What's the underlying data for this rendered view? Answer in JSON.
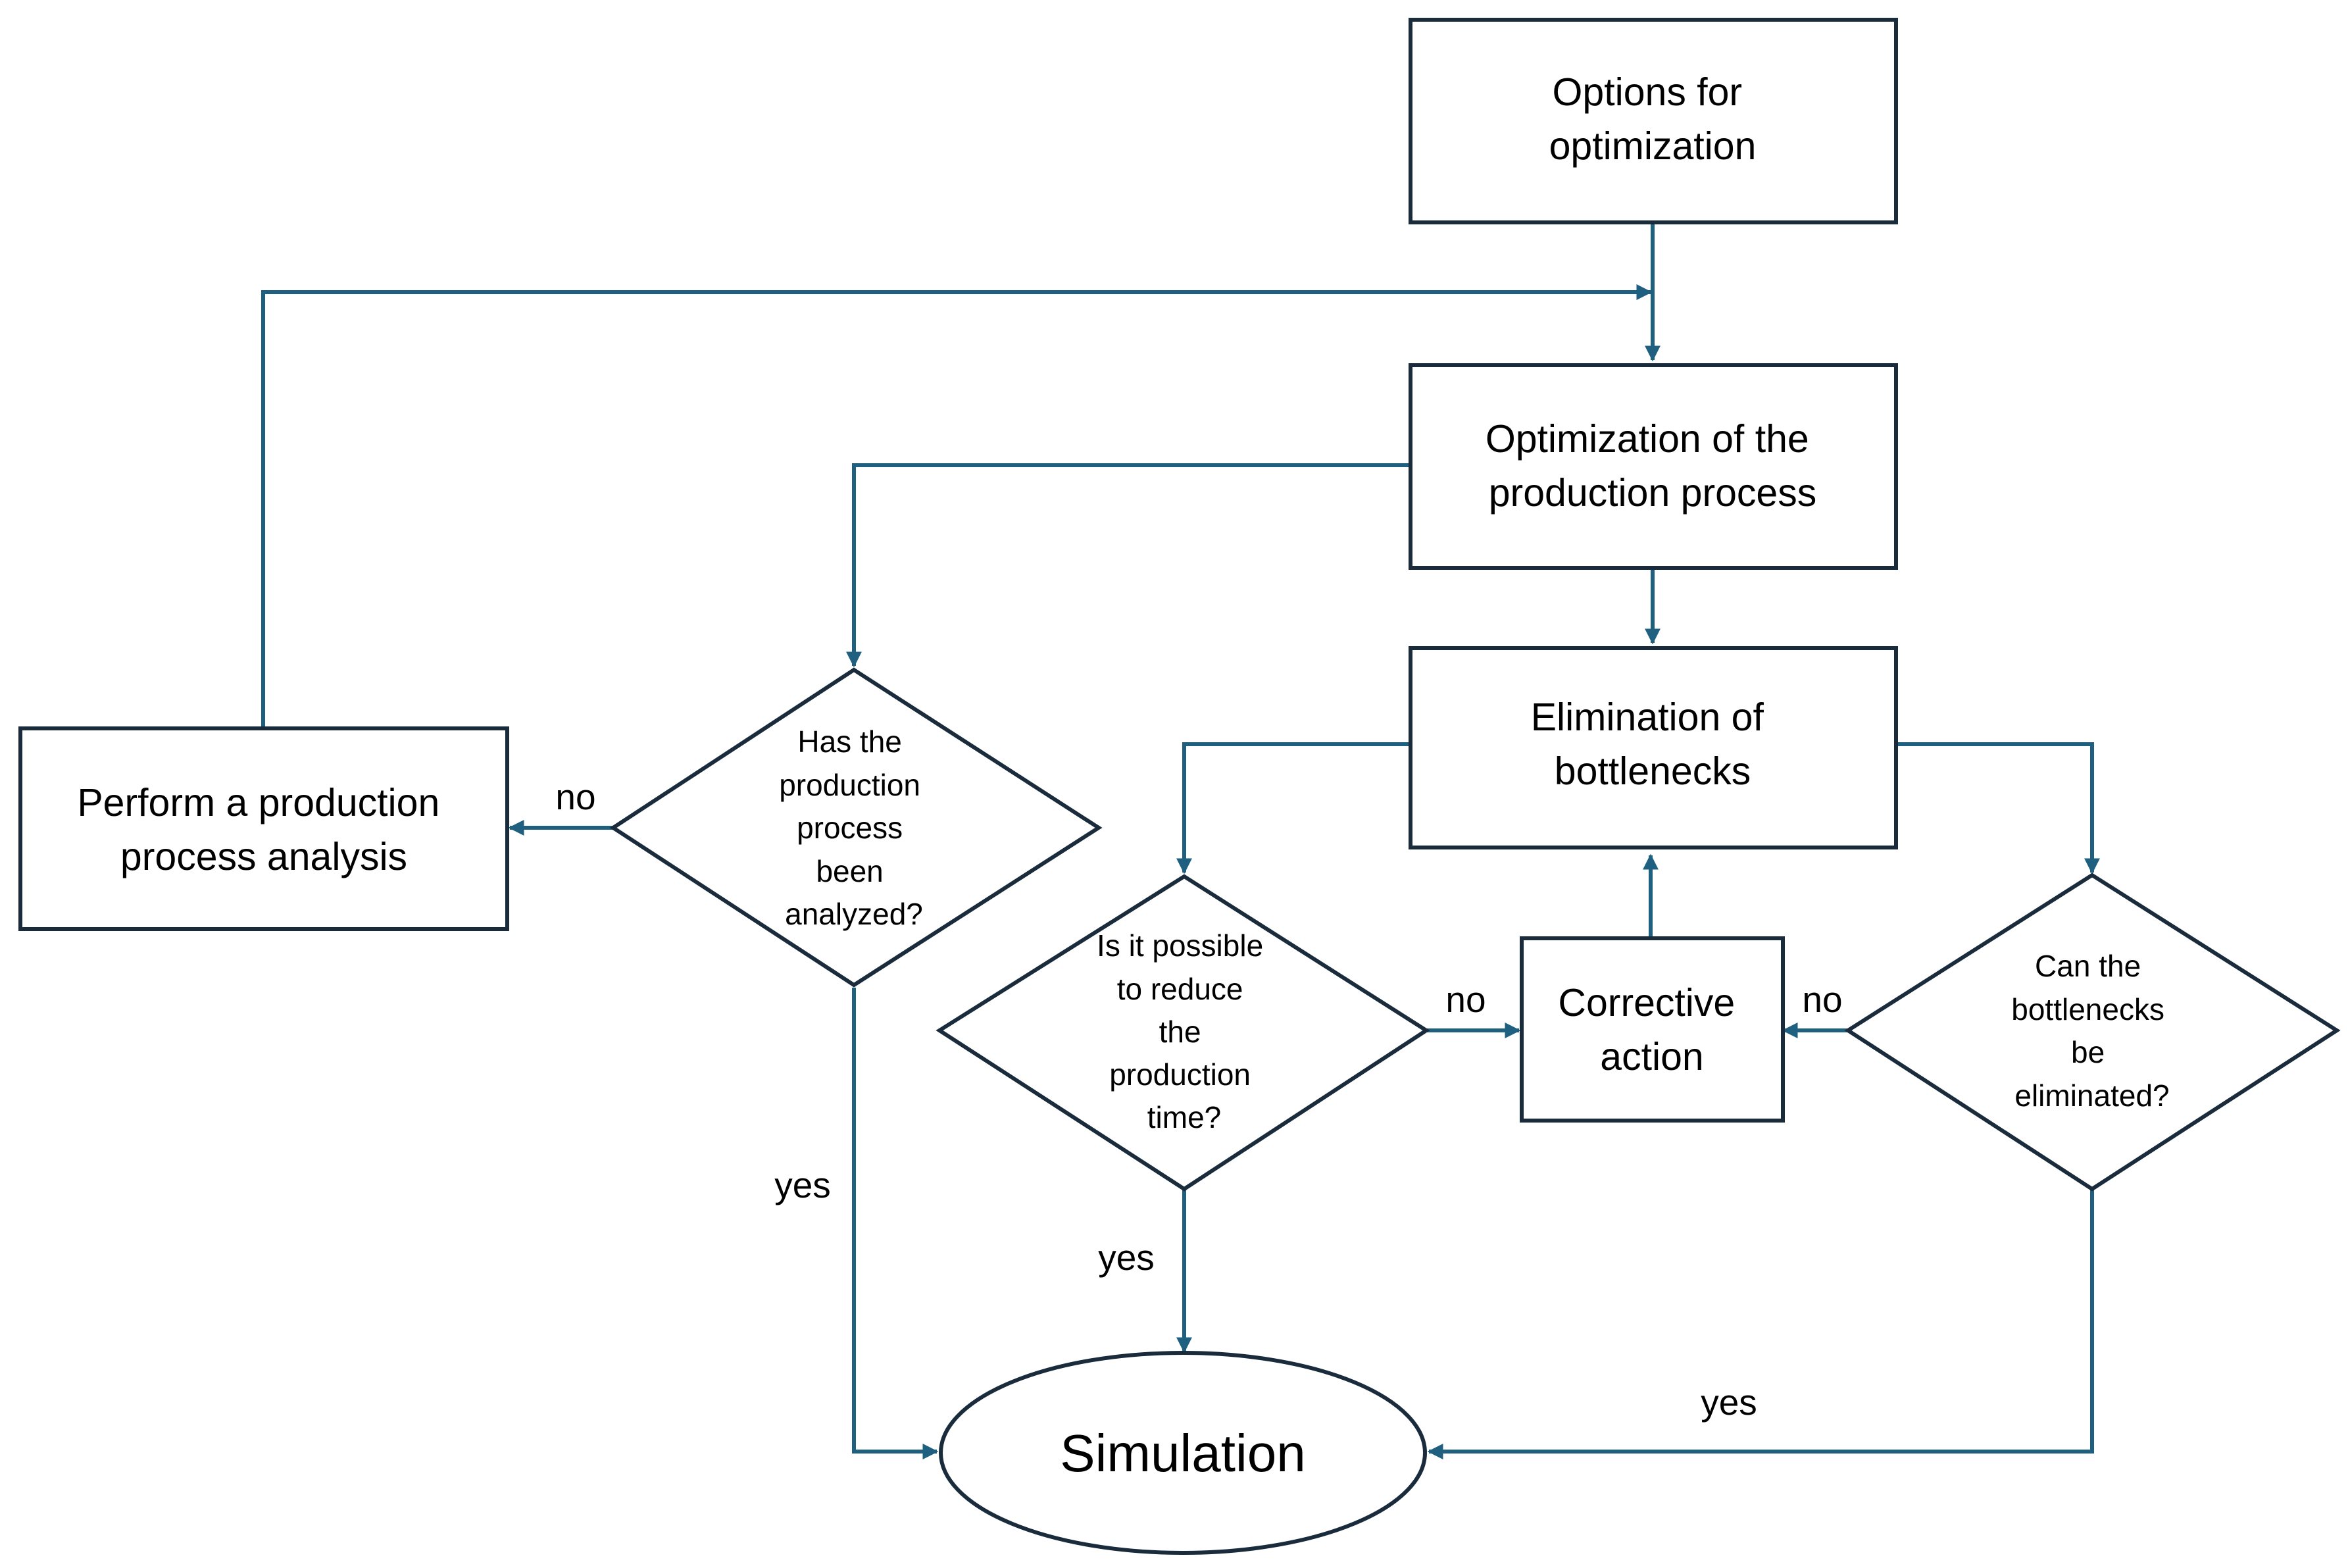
{
  "colors": {
    "node_border": "#1a2b3c",
    "connector": "#1f6080",
    "text": "#000000",
    "background": "#ffffff"
  },
  "nodes": {
    "options": {
      "line1": "Options for",
      "line2": "optimization"
    },
    "optimization": {
      "line1": "Optimization of the",
      "line2": "production process"
    },
    "elimination": {
      "line1": "Elimination of",
      "line2": "bottlenecks"
    },
    "perform_analysis": {
      "line1": "Perform a production",
      "line2": "process analysis"
    },
    "analyzed_question": {
      "lines": [
        "Has the",
        "production",
        "process",
        "been",
        "analyzed?"
      ]
    },
    "reduce_time_question": {
      "lines": [
        "Is it possible",
        "to reduce",
        "the",
        "production",
        "time?"
      ]
    },
    "corrective_action": {
      "line1": "Corrective",
      "line2": "action"
    },
    "bottlenecks_question": {
      "lines": [
        "Can the",
        "bottlenecks",
        "be",
        "eliminated?"
      ]
    },
    "simulation": {
      "label": "Simulation"
    }
  },
  "edge_labels": {
    "analyzed_no": "no",
    "analyzed_yes": "yes",
    "reduce_no": "no",
    "reduce_yes": "yes",
    "bottlenecks_no": "no",
    "bottlenecks_yes": "yes"
  }
}
